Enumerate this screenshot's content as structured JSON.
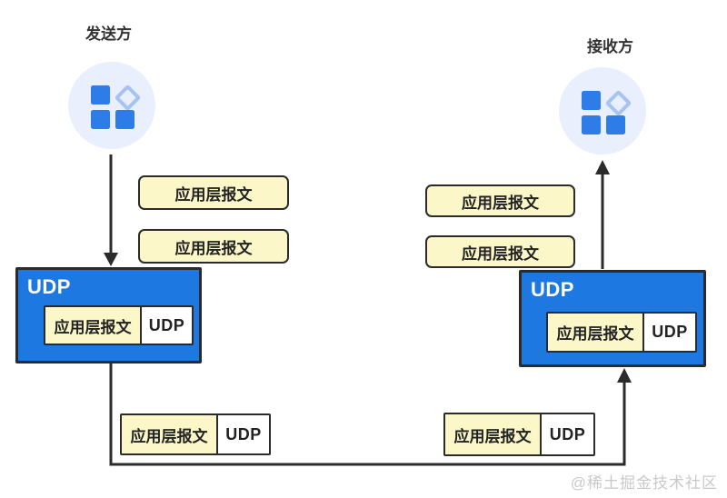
{
  "title_labels": {
    "sender": "发送方",
    "receiver": "接收方"
  },
  "icons": {
    "sender": "app-grid-icon",
    "receiver": "app-grid-icon"
  },
  "sender_side": {
    "app_messages": [
      "应用层报文",
      "应用层报文"
    ],
    "udp_box": {
      "title": "UDP",
      "segment": {
        "payload": "应用层报文",
        "header": "UDP"
      }
    }
  },
  "receiver_side": {
    "app_messages": [
      "应用层报文",
      "应用层报文"
    ],
    "udp_box": {
      "title": "UDP",
      "segment": {
        "payload": "应用层报文",
        "header": "UDP"
      }
    }
  },
  "transit_segments": [
    {
      "payload": "应用层报文",
      "header": "UDP"
    },
    {
      "payload": "应用层报文",
      "header": "UDP"
    }
  ],
  "watermark": "@稀土掘金技术社区",
  "colors": {
    "udp_box_fill": "#1E78E1",
    "message_fill": "#FBF7C8",
    "outline": "#2B2B2B",
    "icon_circle_fill": "#E9EFFC",
    "icon_square_fill": "#2E7CE8",
    "icon_diamond_outline": "#A6C3F1",
    "watermark_text": "#C9C9C9"
  }
}
